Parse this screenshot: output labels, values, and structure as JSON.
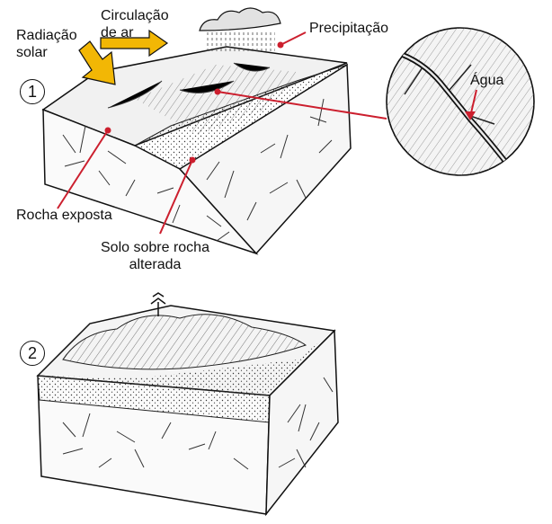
{
  "labels": {
    "radiacao": [
      "Radiação",
      "solar"
    ],
    "circulacao": [
      "Circulação",
      "de ar"
    ],
    "precipitacao": "Precipitação",
    "agua": "Água",
    "rocha": "Rocha exposta",
    "solo": [
      "Solo sobre rocha",
      "alterada"
    ]
  },
  "markers": [
    "1",
    "2"
  ],
  "colors": {
    "arrow": "#f2b705",
    "pointer": "#cc1f2e",
    "ink": "#111111"
  }
}
